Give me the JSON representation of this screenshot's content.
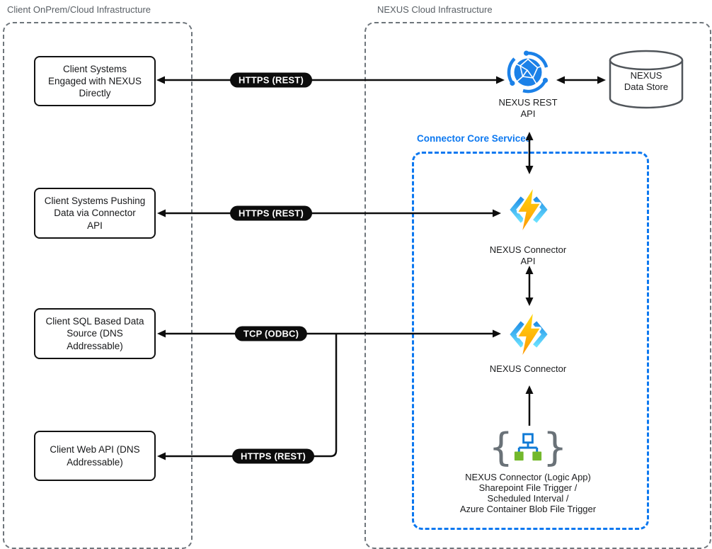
{
  "zones": {
    "client": {
      "title": "Client OnPrem/Cloud Infrastructure"
    },
    "nexus": {
      "title": "NEXUS Cloud Infrastructure"
    },
    "core": {
      "title": "Connector Core Services"
    }
  },
  "client_boxes": [
    {
      "lines": [
        "Client Systems",
        "Engaged with NEXUS",
        "Directly"
      ]
    },
    {
      "lines": [
        "Client Systems Pushing",
        "Data via Connector",
        "API"
      ]
    },
    {
      "lines": [
        "Client SQL Based Data",
        "Source (DNS",
        "Addressable)"
      ]
    },
    {
      "lines": [
        "Client Web API (DNS",
        "Addressable)"
      ]
    }
  ],
  "connections": {
    "row1": {
      "label": "HTTPS (REST)"
    },
    "row2": {
      "label": "HTTPS (REST)"
    },
    "row3": {
      "label": "TCP (ODBC)"
    },
    "row4": {
      "label": "HTTPS (REST)"
    }
  },
  "nodes": {
    "rest_api": {
      "lines": [
        "NEXUS REST",
        "API"
      ]
    },
    "data_store": {
      "lines": [
        "NEXUS",
        "Data Store"
      ]
    },
    "connector_api": {
      "lines": [
        "NEXUS Connector",
        "API"
      ]
    },
    "connector": {
      "lines": [
        "NEXUS Connector"
      ]
    },
    "logic_app": {
      "brace_left": "{",
      "brace_right": "}",
      "lines": [
        "NEXUS Connector (Logic App)",
        "Sharepoint File Trigger /",
        "Scheduled Interval /",
        "Azure Container Blob File Trigger"
      ]
    }
  },
  "colors": {
    "accent_blue": "#0c78f0",
    "arrow_black": "#0d0d0d",
    "zone_border_gray": "#6e757b",
    "rest_icon_blue": "#1b81e8",
    "functions_bolt_top": "#ffd70f",
    "functions_bolt_bottom": "#ff9a03",
    "functions_bracket_top": "#218fe6",
    "functions_bracket_bottom": "#6be1ff",
    "logic_flow_blue": "#0f7ad6",
    "logic_square_green": "#73b82c",
    "logic_brace_gray": "#6a7278",
    "cylinder_stroke_gray": "#50555a"
  }
}
